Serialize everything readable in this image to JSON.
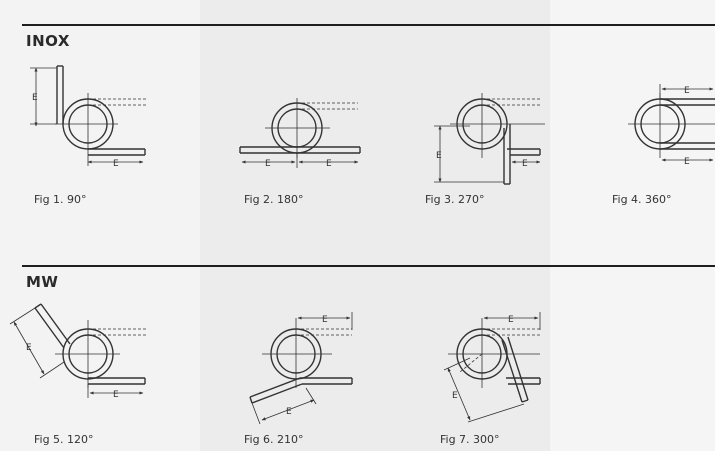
{
  "sections": [
    {
      "title": "INOX"
    },
    {
      "title": "MW"
    }
  ],
  "dimension_label": "E",
  "figures": [
    {
      "caption": "Fig 1. 90°"
    },
    {
      "caption": "Fig 2. 180°"
    },
    {
      "caption": "Fig 3. 270°"
    },
    {
      "caption": "Fig 4. 360°"
    },
    {
      "caption": "Fig 5. 120°"
    },
    {
      "caption": "Fig 6. 210°"
    },
    {
      "caption": "Fig 7. 300°"
    }
  ]
}
